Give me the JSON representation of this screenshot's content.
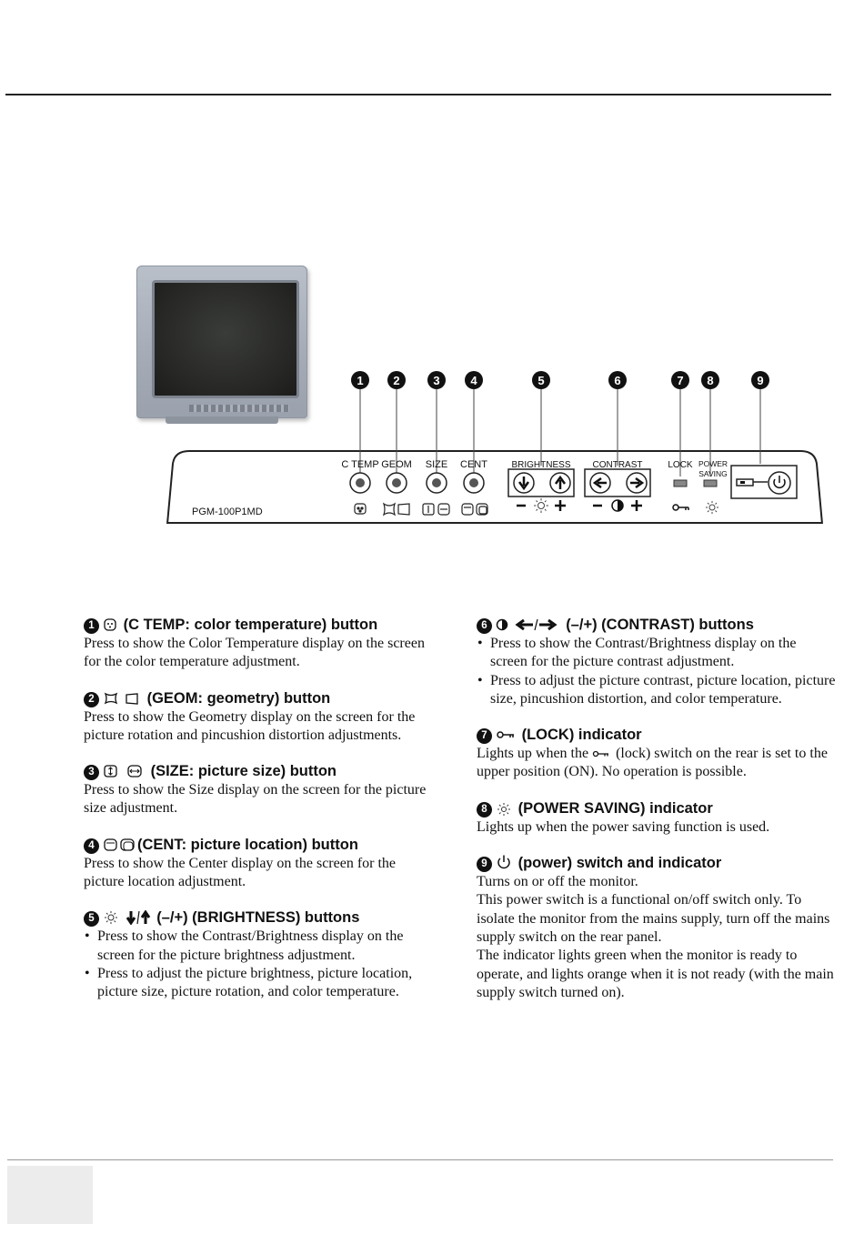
{
  "panel": {
    "model": "PGM-100P1MD",
    "callouts": [
      "1",
      "2",
      "3",
      "4",
      "5",
      "6",
      "7",
      "8",
      "9"
    ],
    "labels": {
      "ctemp": "C TEMP",
      "geom": "GEOM",
      "size": "SIZE",
      "cent": "CENT",
      "brightness": "BRIGHTNESS",
      "contrast": "CONTRAST",
      "lock": "LOCK",
      "power_saving_1": "POWER",
      "power_saving_2": "SAVING"
    }
  },
  "items": [
    {
      "num": "1",
      "title": "(C TEMP: color temperature) button",
      "text": "Press to show the Color Temperature display on the screen for the color temperature adjustment."
    },
    {
      "num": "2",
      "title": "(GEOM: geometry) button",
      "text": "Press to show the Geometry display on the screen for the picture rotation and pincushion distortion adjustments."
    },
    {
      "num": "3",
      "title": "(SIZE: picture size) button",
      "text": "Press to show the Size display on the screen for the picture size adjustment."
    },
    {
      "num": "4",
      "title": "(CENT: picture location) button",
      "text": "Press to show the Center display on the screen for the picture location adjustment."
    },
    {
      "num": "5",
      "title": "(–/+) (BRIGHTNESS) buttons",
      "bullets": [
        "Press to show the Contrast/Brightness display on the screen for the picture brightness adjustment.",
        "Press to adjust the picture brightness, picture location, picture size, picture rotation, and color temperature."
      ]
    },
    {
      "num": "6",
      "title": "(–/+) (CONTRAST) buttons",
      "bullets": [
        "Press to show the Contrast/Brightness display on the screen for the picture contrast adjustment.",
        "Press to adjust the picture contrast, picture location, picture size, pincushion distortion, and color temperature."
      ]
    },
    {
      "num": "7",
      "title": "(LOCK) indicator",
      "text_a": "Lights up when the",
      "text_b": "(lock) switch on the rear is set to the upper position (ON). No operation is possible."
    },
    {
      "num": "8",
      "title": "(POWER SAVING) indicator",
      "text": "Lights up when the power saving function is used."
    },
    {
      "num": "9",
      "title": "(power) switch and indicator",
      "lines": [
        "Turns on or off the monitor.",
        "This power switch is a functional on/off switch only. To isolate the monitor from the mains supply, turn off the mains supply switch on the rear panel.",
        "The indicator lights green when the monitor is ready to operate, and lights orange when it is not ready (with the main supply switch turned on)."
      ]
    }
  ]
}
